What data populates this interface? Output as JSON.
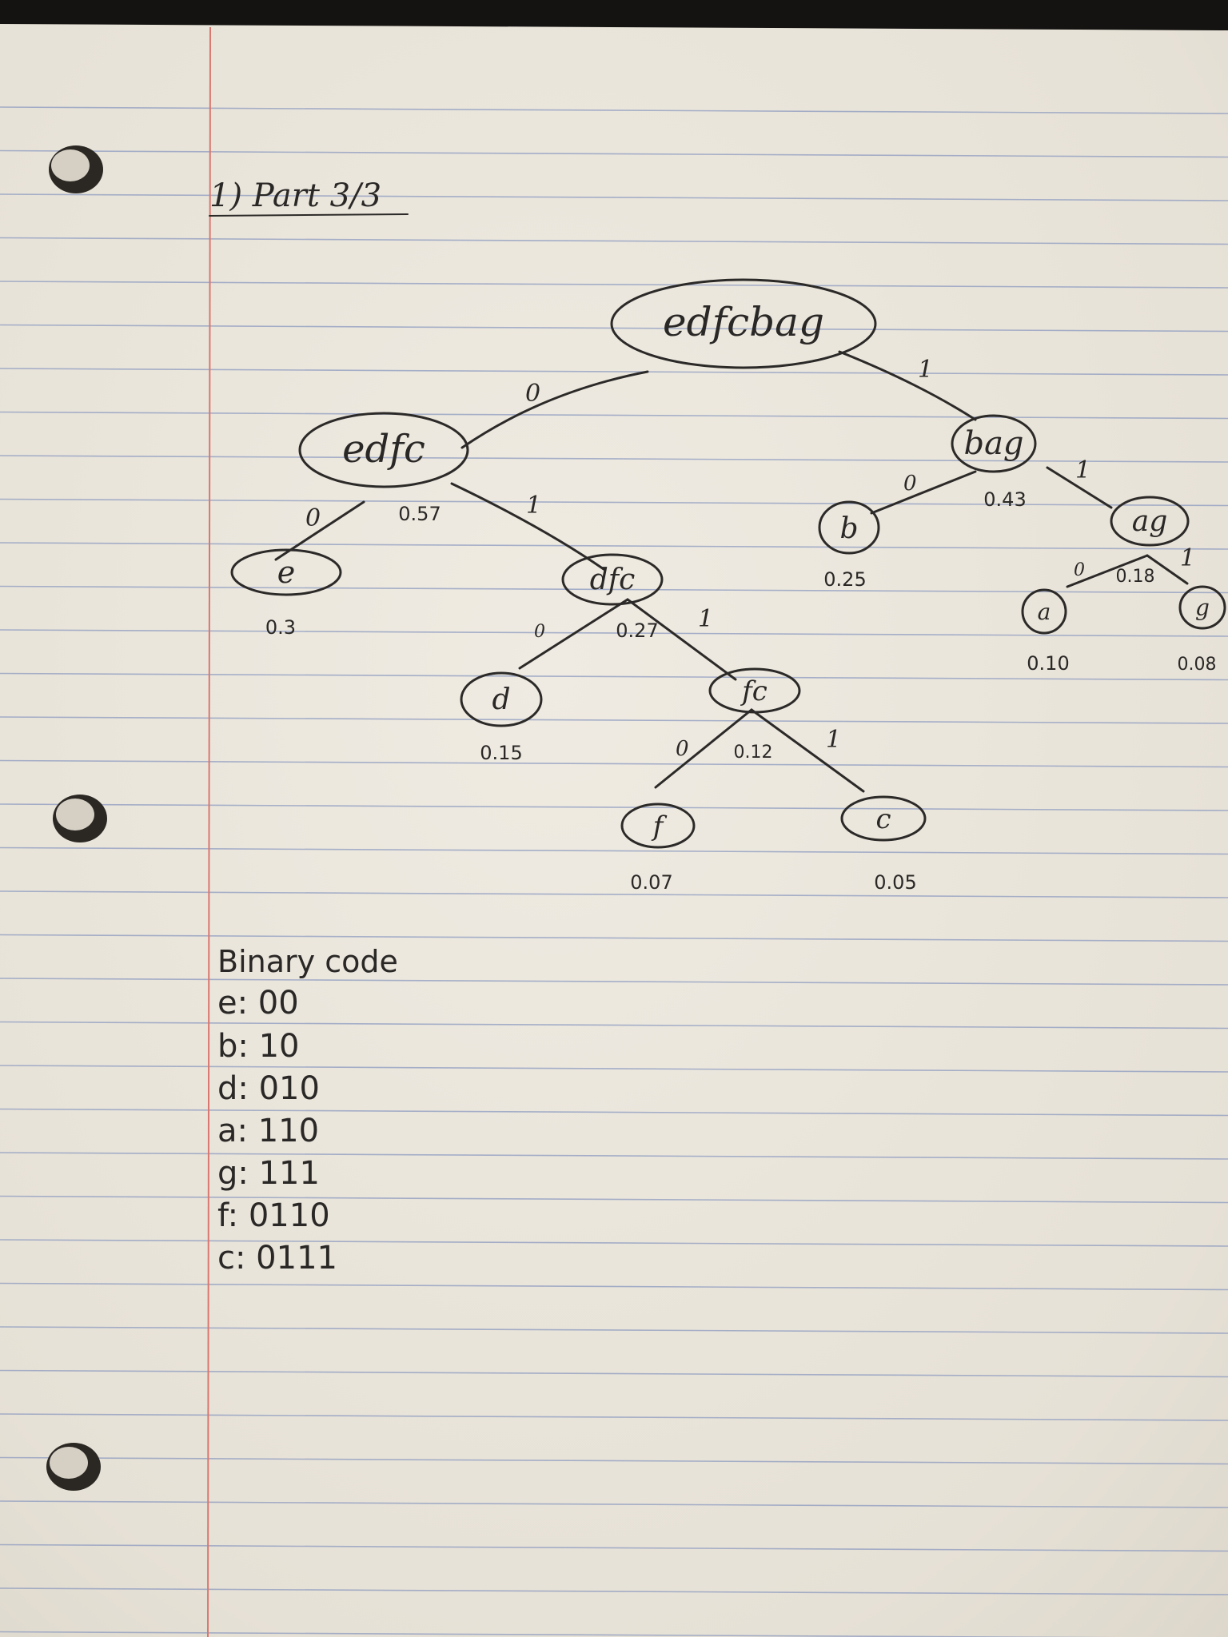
{
  "heading": "1) Part 3/3",
  "tree": {
    "nodes": [
      {
        "label": "edfcbag",
        "prob": ""
      },
      {
        "label": "edfc",
        "prob": "0.57"
      },
      {
        "label": "bag",
        "prob": "0.43"
      },
      {
        "label": "e",
        "prob": "0.3"
      },
      {
        "label": "dfc",
        "prob": "0.27"
      },
      {
        "label": "b",
        "prob": "0.25"
      },
      {
        "label": "ag",
        "prob": "0.18"
      },
      {
        "label": "d",
        "prob": "0.15"
      },
      {
        "label": "fc",
        "prob": "0.12"
      },
      {
        "label": "a",
        "prob": "0.10"
      },
      {
        "label": "g",
        "prob": "0.08"
      },
      {
        "label": "f",
        "prob": "0.07"
      },
      {
        "label": "c",
        "prob": "0.05"
      }
    ],
    "edge_labels": [
      "0",
      "1",
      "0",
      "1",
      "0",
      "1",
      "0",
      "1",
      "0",
      "1",
      "0",
      "1"
    ]
  },
  "codes": {
    "title": "Binary code",
    "lines": [
      "e: 00",
      "b: 10",
      "d: 010",
      "a: 110",
      "g: 111",
      "f: 0110",
      "c: 0111"
    ]
  },
  "colors": {
    "paper": "#e9e4da",
    "rule": "#8d9bc0",
    "margin": "#d9776f",
    "ink": "#2c2a28"
  }
}
